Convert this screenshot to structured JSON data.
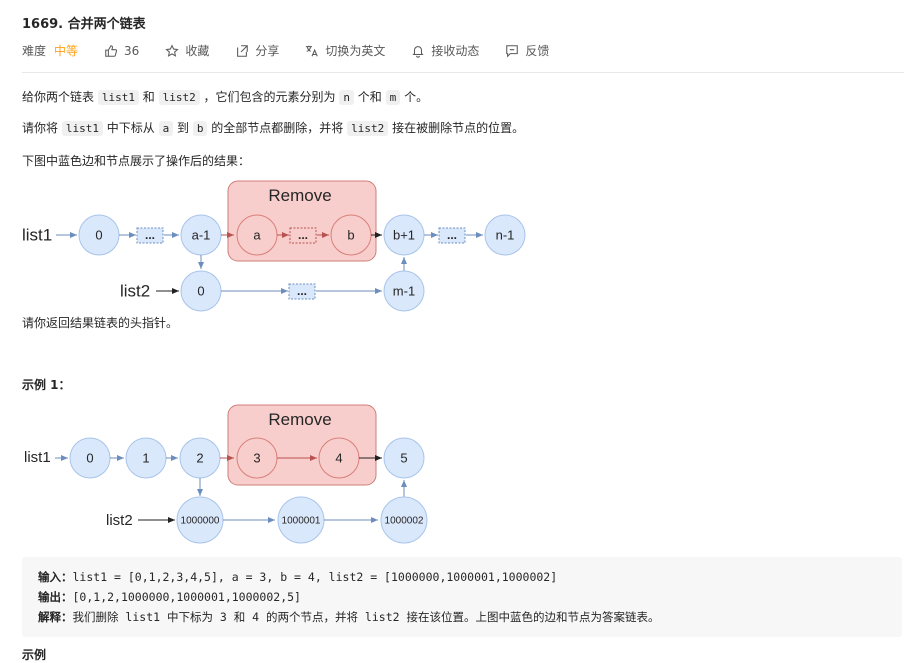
{
  "problem": {
    "title": "1669. 合并两个链表",
    "difficulty_label": "难度",
    "difficulty": "中等",
    "likes": "36",
    "favorite": "收藏",
    "share": "分享",
    "switch_lang": "切换为英文",
    "notify": "接收动态",
    "feedback": "反馈"
  },
  "desc": {
    "p1": {
      "a": "给你两个链表 ",
      "c1": "list1",
      "b": " 和 ",
      "c2": "list2",
      "c": " ，它们包含的元素分别为 ",
      "c3": "n",
      "d": " 个和 ",
      "c4": "m",
      "e": " 个。"
    },
    "p2": {
      "a": "请你将 ",
      "c1": "list1",
      "b": " 中下标从 ",
      "c2": "a",
      "c": " 到 ",
      "c3": "b",
      "d": " 的全部节点都删除，并将 ",
      "c4": "list2",
      "e": " 接在被删除节点的位置。"
    },
    "p3": "下图中蓝色边和节点展示了操作后的结果：",
    "p4": "请你返回结果链表的头指针。",
    "example_title": "示例 1："
  },
  "diagram1": {
    "list1": "list1",
    "list2": "list2",
    "remove": "Remove",
    "nodes": [
      "0",
      "a-1",
      "a",
      "b",
      "b+1",
      "n-1",
      "0",
      "m-1"
    ],
    "dots": "..."
  },
  "diagram2": {
    "list1": "list1",
    "list2": "list2",
    "remove": "Remove",
    "nodes": [
      "0",
      "1",
      "2",
      "3",
      "4",
      "5",
      "1000000",
      "1000001",
      "1000002"
    ]
  },
  "example": {
    "input_label": "输入：",
    "input": "list1 = [0,1,2,3,4,5], a = 3, b = 4, list2 = [1000000,1000001,1000002]",
    "output_label": "输出：",
    "output": "[0,1,2,1000000,1000001,1000002,5]",
    "explain_label": "解释：",
    "explain": "我们删除 list1 中下标为 3 和 4 的两个节点，并将 list2 接在该位置。上图中蓝色的边和节点为答案链表。"
  },
  "next_heading": "示例"
}
